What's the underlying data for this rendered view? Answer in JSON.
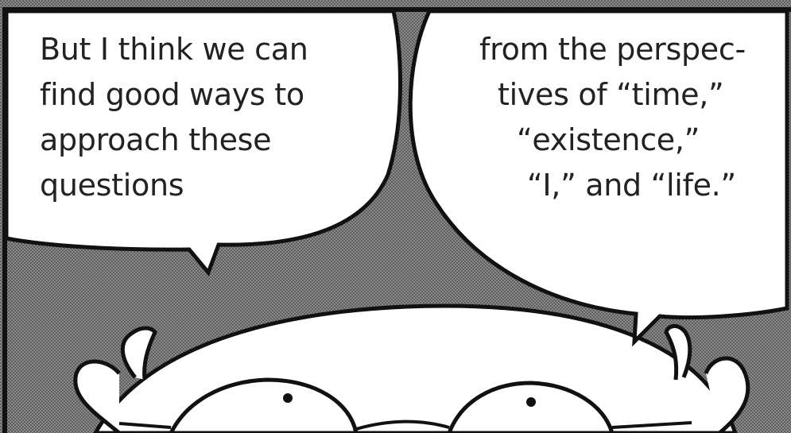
{
  "comic_panel": {
    "colors": {
      "background_tone": "#7f7f7f",
      "ink": "#111111",
      "paper": "#ffffff",
      "text": "#222222"
    },
    "left_bubble": {
      "lines": [
        "But I think we can",
        "find good ways to",
        "approach these",
        "questions"
      ]
    },
    "right_bubble": {
      "lines": [
        "from the perspec-",
        "tives of “time,”",
        "“existence,”",
        "“I,” and “life.”"
      ]
    }
  }
}
